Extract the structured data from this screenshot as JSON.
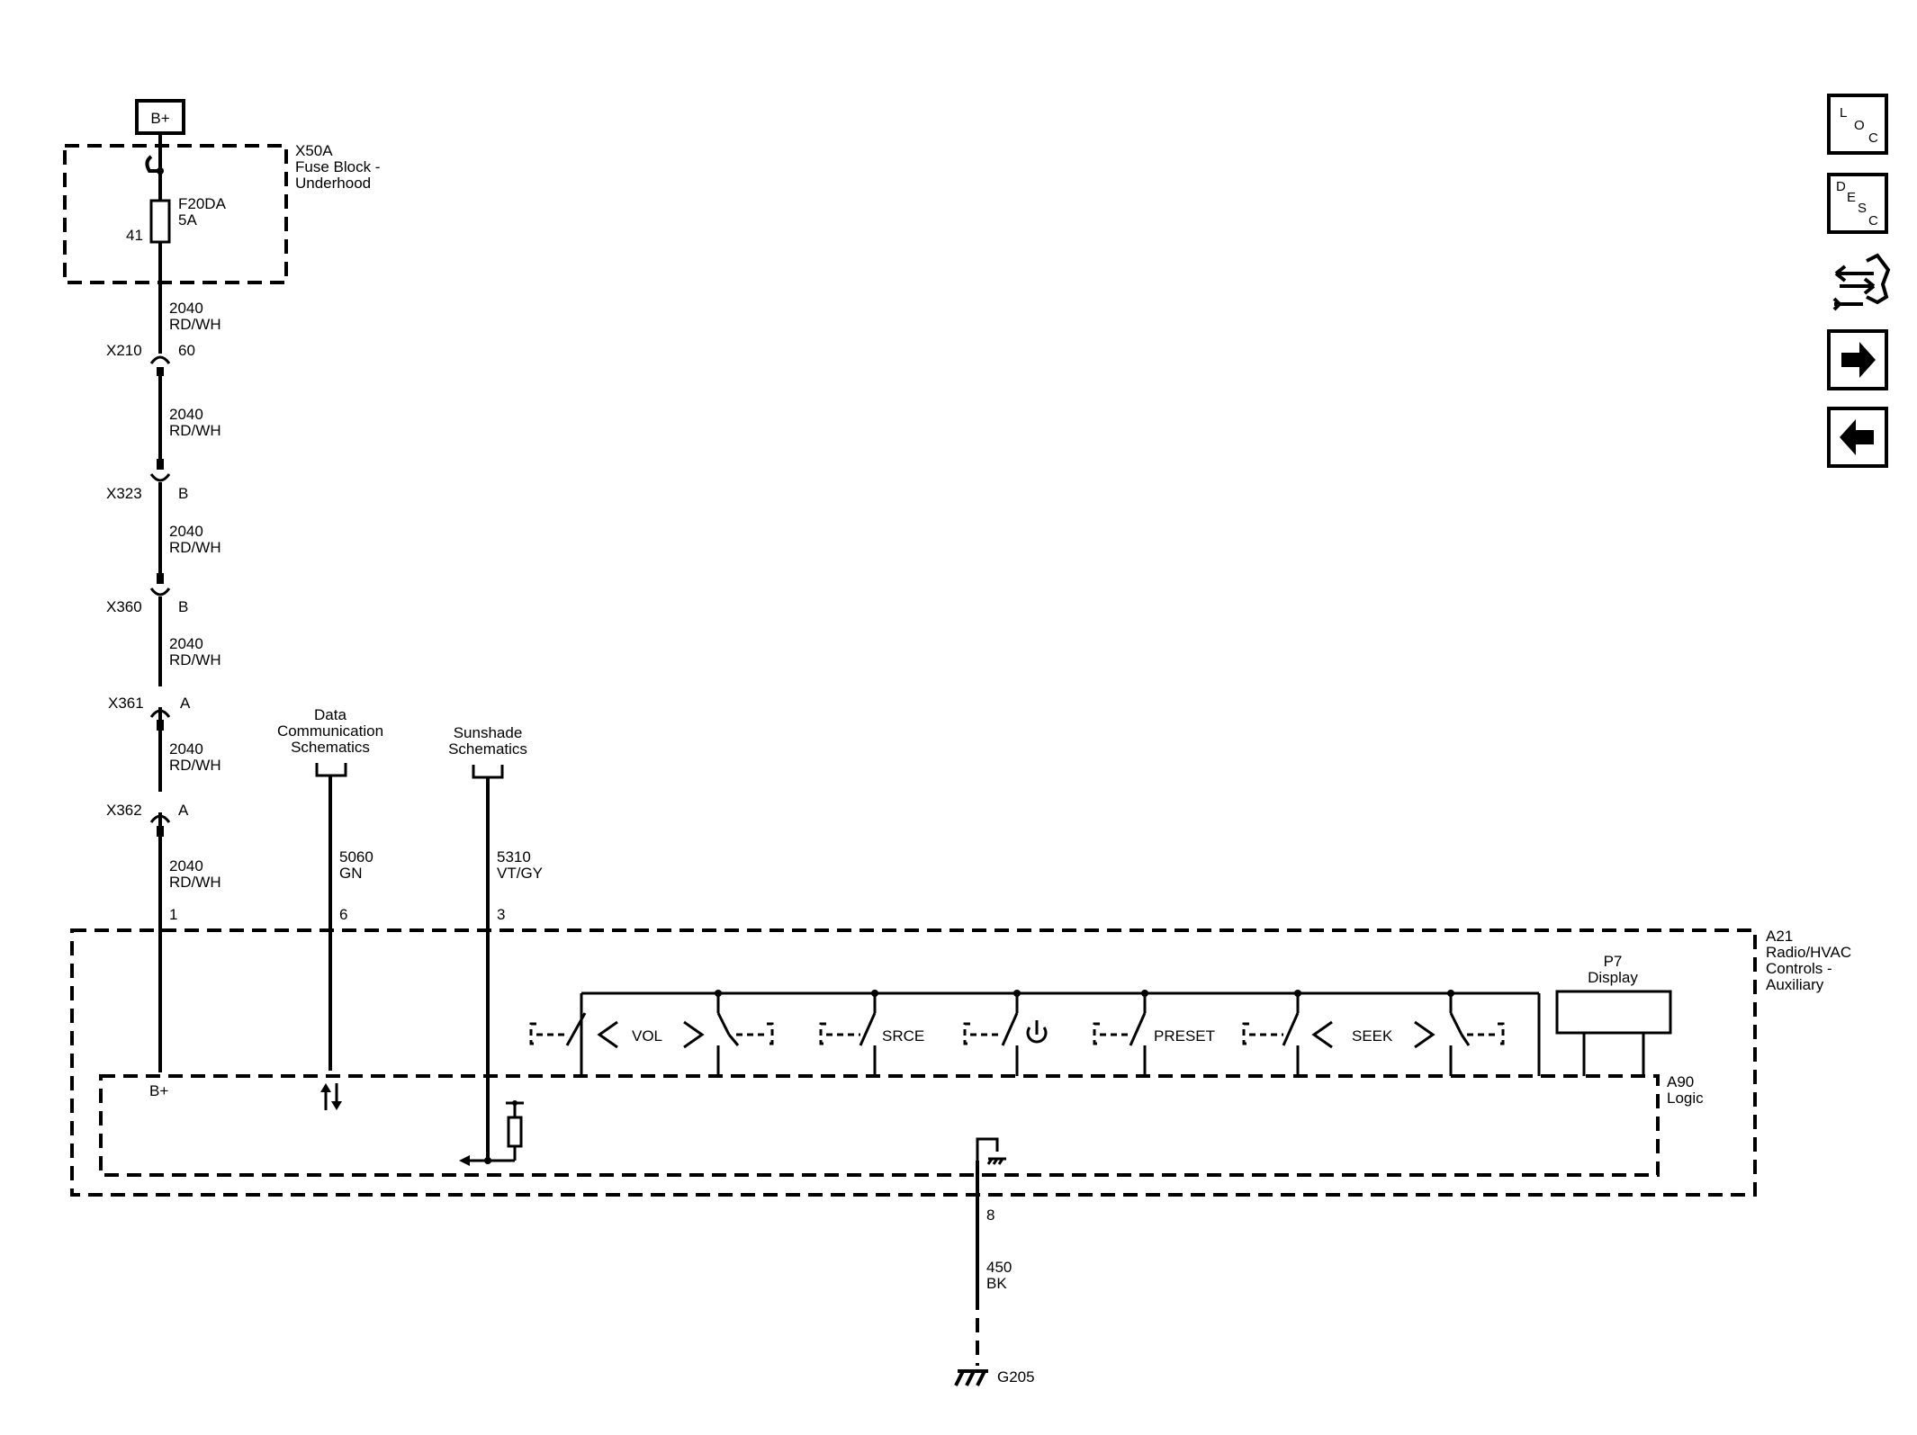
{
  "power": {
    "label": "B+"
  },
  "fuse_block": {
    "name": "X50A",
    "desc": [
      "Fuse Block -",
      "Underhood"
    ],
    "fuse": "F20DA",
    "rating": "5A",
    "pin": "41"
  },
  "wire_main": {
    "circuit": "2040",
    "color": "RD/WH"
  },
  "connectors": [
    {
      "name": "X210",
      "pin": "60"
    },
    {
      "name": "X323",
      "pin": "B"
    },
    {
      "name": "X360",
      "pin": "B"
    },
    {
      "name": "X361",
      "pin": "A"
    },
    {
      "name": "X362",
      "pin": "A"
    }
  ],
  "refs": {
    "data": [
      "Data",
      "Communication",
      "Schematics"
    ],
    "sunshade": [
      "Sunshade",
      "Schematics"
    ]
  },
  "wire_data": {
    "circuit": "5060",
    "color": "GN",
    "pin": "6"
  },
  "wire_sun": {
    "circuit": "5310",
    "color": "VT/GY",
    "pin": "3"
  },
  "module": {
    "name": "A21",
    "desc": [
      "Radio/HVAC",
      "Controls -",
      "Auxiliary"
    ],
    "pin_power": "1",
    "bplus": "B+"
  },
  "logic": {
    "name": "A90",
    "desc": "Logic"
  },
  "display": {
    "name": "P7",
    "desc": "Display"
  },
  "switches": {
    "vol": "VOL",
    "srce": "SRCE",
    "preset": "PRESET",
    "seek": "SEEK",
    "power_symbol": "⏻"
  },
  "ground": {
    "pin": "8",
    "circuit": "450",
    "color": "BK",
    "name": "G205"
  },
  "nav": {
    "loc": [
      "L",
      "O",
      "C"
    ],
    "desc": [
      "D",
      "E",
      "S",
      "C"
    ],
    "icons": [
      "connector-tool-icon",
      "arrow-right-icon",
      "arrow-left-icon"
    ]
  }
}
